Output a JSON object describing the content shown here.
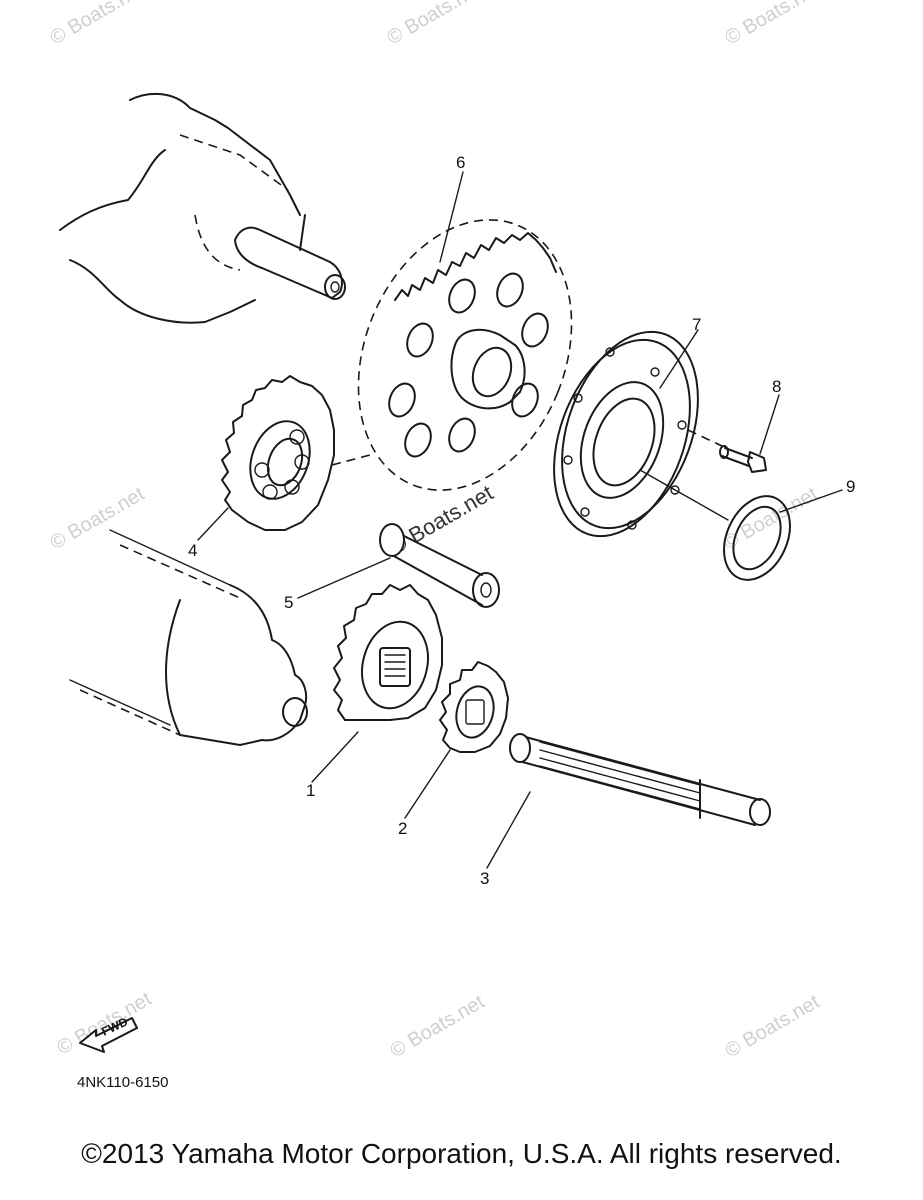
{
  "diagram": {
    "callouts": [
      "1",
      "2",
      "3",
      "4",
      "5",
      "6",
      "7",
      "8",
      "9"
    ],
    "watermark": "© Boats.net",
    "fwd_label": "FWD",
    "part_code": "4NK110-6150",
    "copyright": "©2013 Yamaha Motor Corporation, U.S.A. All rights reserved."
  }
}
